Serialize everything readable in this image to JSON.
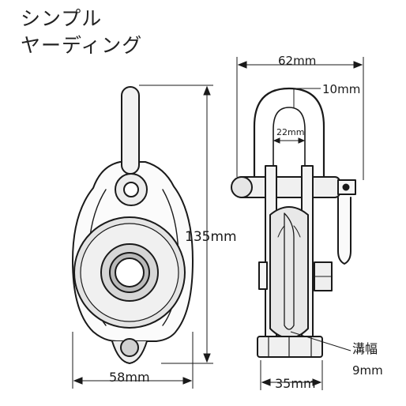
{
  "product": {
    "name_line1": "シンプル",
    "name_line2": "ヤーディング"
  },
  "dimensions": {
    "height": "135mm",
    "width": "58mm",
    "shackle_width": "62mm",
    "shackle_thickness": "10mm",
    "shackle_inner": "22mm",
    "body_width": "35mm",
    "groove_label": "溝幅",
    "groove_value": "9mm"
  },
  "colors": {
    "ink": "#1a1a1a",
    "background": "#ffffff"
  }
}
